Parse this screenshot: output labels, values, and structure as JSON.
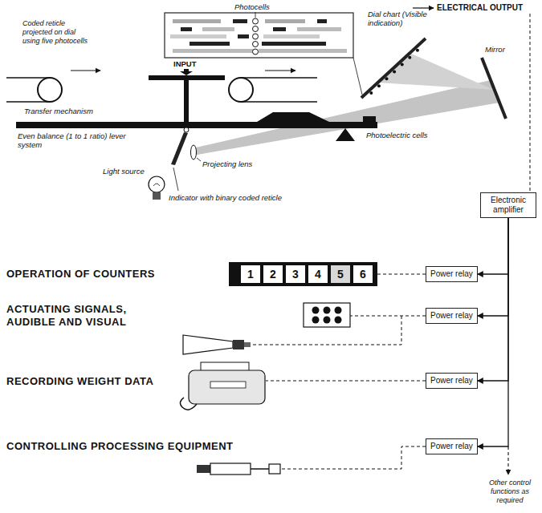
{
  "diagram": {
    "nodes": [
      {
        "text": [
          "Electronic amplifier"
        ]
      },
      {
        "text": [
          "Power relay"
        ]
      },
      {
        "text": [
          "Power relay"
        ]
      },
      {
        "text": [
          "Power relay"
        ]
      },
      {
        "text": [
          "Power relay"
        ]
      }
    ],
    "edges": [
      {
        "from": 0,
        "to": 1,
        "arrow": "to"
      },
      {
        "from": 0,
        "to": 2,
        "arrow": "to"
      },
      {
        "from": 0,
        "to": 3,
        "arrow": "to"
      },
      {
        "from": 0,
        "to": 4,
        "arrow": "to"
      }
    ],
    "labels": [
      "Photocells",
      "Coded reticle projected on dial using five photocells",
      "Dial chart (Visible indication)",
      "ELECTRICAL OUTPUT",
      "Mirror",
      "Photoelectric cells",
      "INPUT",
      "Transfer mechanism",
      "Even balance (1 to 1 ratio) lever system",
      "Light source",
      "Projecting lens",
      "Indicator with binary coded reticle",
      "OPERATION OF COUNTERS",
      "1",
      "2",
      "3",
      "4",
      "5",
      "6",
      "ACTUATING SIGNALS, AUDIBLE AND VISUAL",
      "RECORDING WEIGHT DATA",
      "CONTROLLING PROCESSING EQUIPMENT",
      "Other control functions as required"
    ]
  }
}
